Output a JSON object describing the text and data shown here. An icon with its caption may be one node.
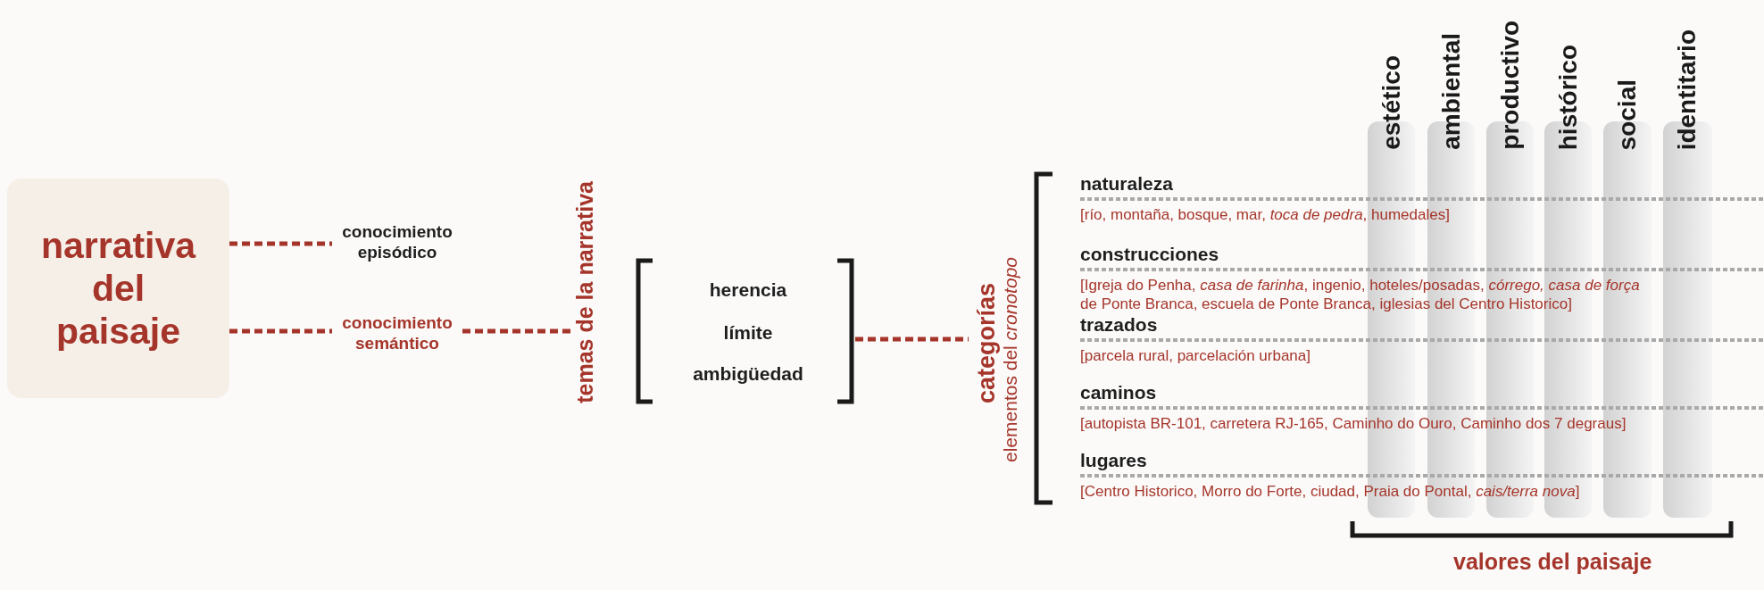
{
  "diagram": {
    "nodes": [
      {
        "text": [
          "narrativa del paisaje"
        ]
      },
      {
        "text": [
          "conocimiento episódico"
        ]
      },
      {
        "text": [
          "conocimiento semántico"
        ]
      },
      {
        "text": [
          "temas de la narrativa"
        ]
      },
      {
        "text": [
          "herencia"
        ],
        "in": 3
      },
      {
        "text": [
          "límite"
        ],
        "in": 3
      },
      {
        "text": [
          "ambigüedad"
        ],
        "in": 3
      },
      {
        "text": [
          "categorías",
          "elementos del *cronotopo*"
        ]
      },
      {
        "text": [
          "naturaleza",
          "[río, montaña, bosque, mar, *toca de pedra*, humedales]"
        ],
        "in": 7
      },
      {
        "text": [
          "construcciones",
          "[Igreja do Penha, *casa de farinha*, ingenio, hoteles/posadas, *córrego, casa de força* de Ponte Branca, escuela de Ponte Branca, iglesias del Centro Historico]"
        ],
        "in": 7
      },
      {
        "text": [
          "trazados",
          "[parcela rural, parcelación urbana]"
        ],
        "in": 7
      },
      {
        "text": [
          "caminos",
          "[autopista BR-101, carretera RJ-165, Caminho do Ouro, Caminho dos 7 degraus]"
        ],
        "in": 7
      },
      {
        "text": [
          "lugares",
          "[Centro Historico, Morro do Forte, ciudad, Praia do Pontal, *cais/terra nova*]"
        ],
        "in": 7
      },
      {
        "text": [
          "estético"
        ]
      },
      {
        "text": [
          "ambiental"
        ]
      },
      {
        "text": [
          "productivo"
        ]
      },
      {
        "text": [
          "histórico"
        ]
      },
      {
        "text": [
          "social"
        ]
      },
      {
        "text": [
          "identitario"
        ]
      }
    ],
    "edges": [
      {
        "from": 0,
        "to": 1,
        "arrow": "none",
        "style": "dashed"
      },
      {
        "from": 0,
        "to": 2,
        "arrow": "none",
        "style": "dashed"
      },
      {
        "from": 2,
        "to": 3,
        "arrow": "none",
        "style": "dashed"
      },
      {
        "from": 3,
        "to": 7,
        "arrow": "none",
        "style": "dashed"
      }
    ],
    "labels": [
      "valores del paisaje"
    ]
  }
}
